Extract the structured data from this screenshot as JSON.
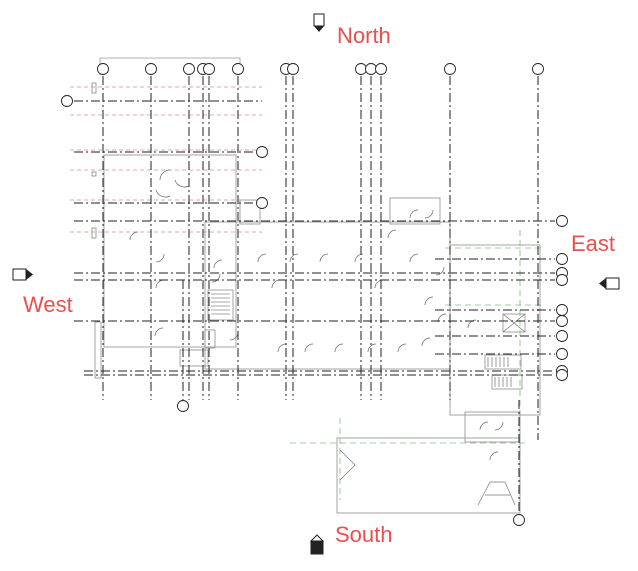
{
  "labels": {
    "north": "North",
    "south": "South",
    "east": "East",
    "west": "West"
  },
  "colors": {
    "label": "#e8504f",
    "line": "#222222",
    "room": "#9a9a9a",
    "green": "#7cc07c",
    "red": "#e88a8a"
  },
  "elevation_markers": [
    {
      "name": "north-elevation-marker-icon",
      "direction": "down"
    },
    {
      "name": "south-elevation-marker-icon",
      "direction": "up"
    },
    {
      "name": "east-elevation-marker-icon",
      "direction": "left"
    },
    {
      "name": "west-elevation-marker-icon",
      "direction": "right"
    }
  ]
}
